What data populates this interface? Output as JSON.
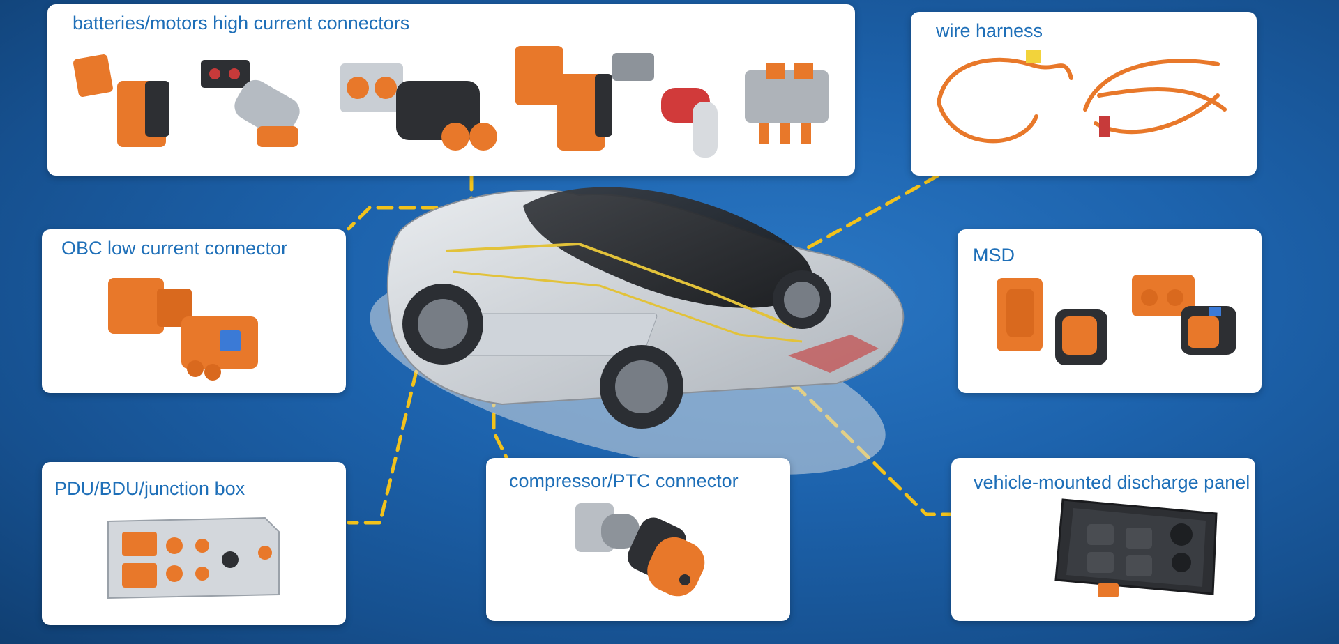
{
  "colors": {
    "background": "#1d63ad",
    "title_text": "#1e6fb8",
    "connector_orange": "#e8782a",
    "leader_line": "#f2c21b",
    "card": "#ffffff"
  },
  "cards": {
    "batteries": {
      "title": "batteries/motors high current connectors"
    },
    "wire_harness": {
      "title": "wire harness"
    },
    "obc": {
      "title": "OBC low current connector"
    },
    "msd": {
      "title": "MSD"
    },
    "pdu": {
      "title": "PDU/BDU/junction box"
    },
    "compressor": {
      "title": "compressor/PTC connector"
    },
    "discharge": {
      "title": "vehicle-mounted discharge panel"
    }
  },
  "icons": {
    "car": "ev-car-cutaway",
    "connector": "orange-hv-connector",
    "harness": "orange-cable-harness",
    "box": "junction-box",
    "panel": "discharge-panel"
  }
}
